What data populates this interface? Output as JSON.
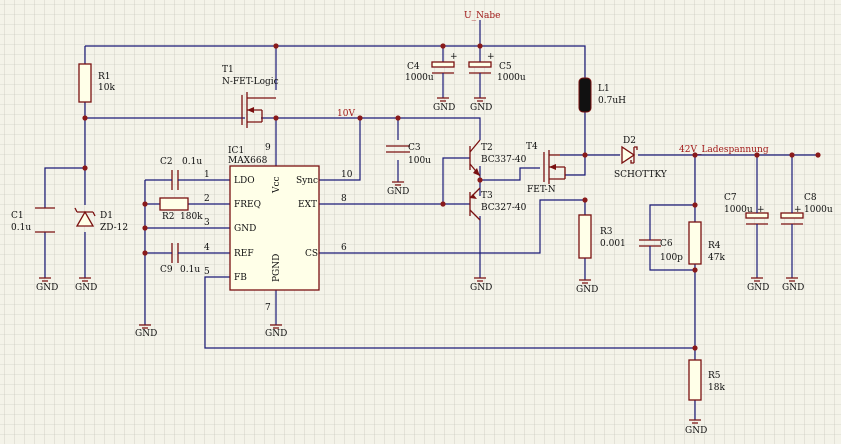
{
  "colors": {
    "background": "#f4f3e9",
    "grid": "#bdbdb3",
    "wire": "#1a1a78",
    "component": "#7a1010",
    "junction": "#8a1a1a",
    "net_label": "#a01818"
  },
  "nets": {
    "u_nabe": "U_Nabe",
    "v10": "10V",
    "v42": "42V_Ladespannung"
  },
  "gnd": "GND",
  "ic": {
    "ref": "IC1",
    "part": "MAX668",
    "pins": {
      "ldo": "LDO",
      "freq": "FREQ",
      "gnd": "GND",
      "ref": "REF",
      "fb": "FB",
      "vcc": "Vcc",
      "sync": "Sync",
      "ext": "EXT",
      "cs": "CS",
      "pgnd": "PGND"
    },
    "pin_numbers": {
      "p1": "1",
      "p2": "2",
      "p3": "3",
      "p4": "4",
      "p5": "5",
      "p6": "6",
      "p7": "7",
      "p8": "8",
      "p9": "9",
      "p10": "10"
    }
  },
  "parts": {
    "r1": {
      "ref": "R1",
      "value": "10k"
    },
    "r2": {
      "ref": "R2",
      "value": "180k"
    },
    "r3": {
      "ref": "R3",
      "value": "0.001"
    },
    "r4": {
      "ref": "R4",
      "value": "47k"
    },
    "r5": {
      "ref": "R5",
      "value": "18k"
    },
    "c1": {
      "ref": "C1",
      "value": "0.1u"
    },
    "c2": {
      "ref": "C2",
      "value": "0.1u"
    },
    "c3": {
      "ref": "C3",
      "value": "100u"
    },
    "c4": {
      "ref": "C4",
      "value": "1000u"
    },
    "c5": {
      "ref": "C5",
      "value": "1000u"
    },
    "c6": {
      "ref": "C6",
      "value": "100p"
    },
    "c7": {
      "ref": "C7",
      "value": "1000u"
    },
    "c8": {
      "ref": "C8",
      "value": "1000u"
    },
    "c9": {
      "ref": "C9",
      "value": "0.1u"
    },
    "d1": {
      "ref": "D1",
      "value": "ZD-12"
    },
    "d2": {
      "ref": "D2",
      "value": "SCHOTTKY"
    },
    "l1": {
      "ref": "L1",
      "value": "0.7uH"
    },
    "t1": {
      "ref": "T1",
      "value": "N-FET-Logic"
    },
    "t2": {
      "ref": "T2",
      "value": "BC337-40"
    },
    "t3": {
      "ref": "T3",
      "value": "BC327-40"
    },
    "t4": {
      "ref": "T4",
      "value": "FET-N"
    }
  },
  "polarity_mark": "+"
}
